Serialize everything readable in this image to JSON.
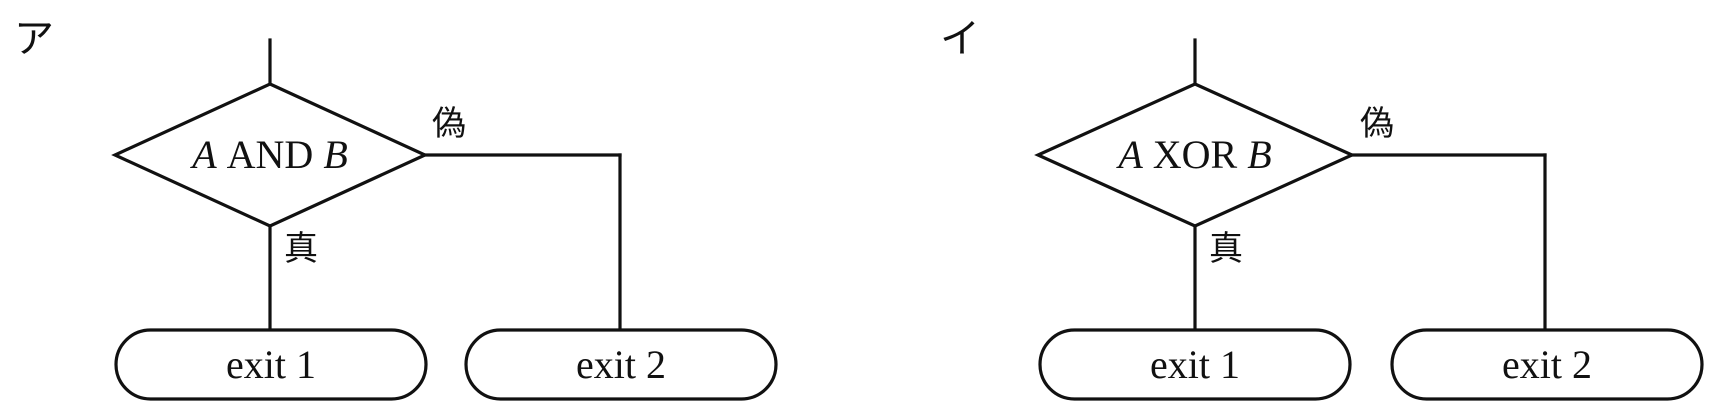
{
  "options": [
    {
      "label": "ア",
      "condition": {
        "var_a": "A",
        "operator": "AND",
        "var_b": "B"
      },
      "false_label": "偽",
      "true_label": "真",
      "exit_true": "exit 1",
      "exit_false": "exit 2"
    },
    {
      "label": "イ",
      "condition": {
        "var_a": "A",
        "operator": "XOR",
        "var_b": "B"
      },
      "false_label": "偽",
      "true_label": "真",
      "exit_true": "exit 1",
      "exit_false": "exit 2"
    }
  ]
}
